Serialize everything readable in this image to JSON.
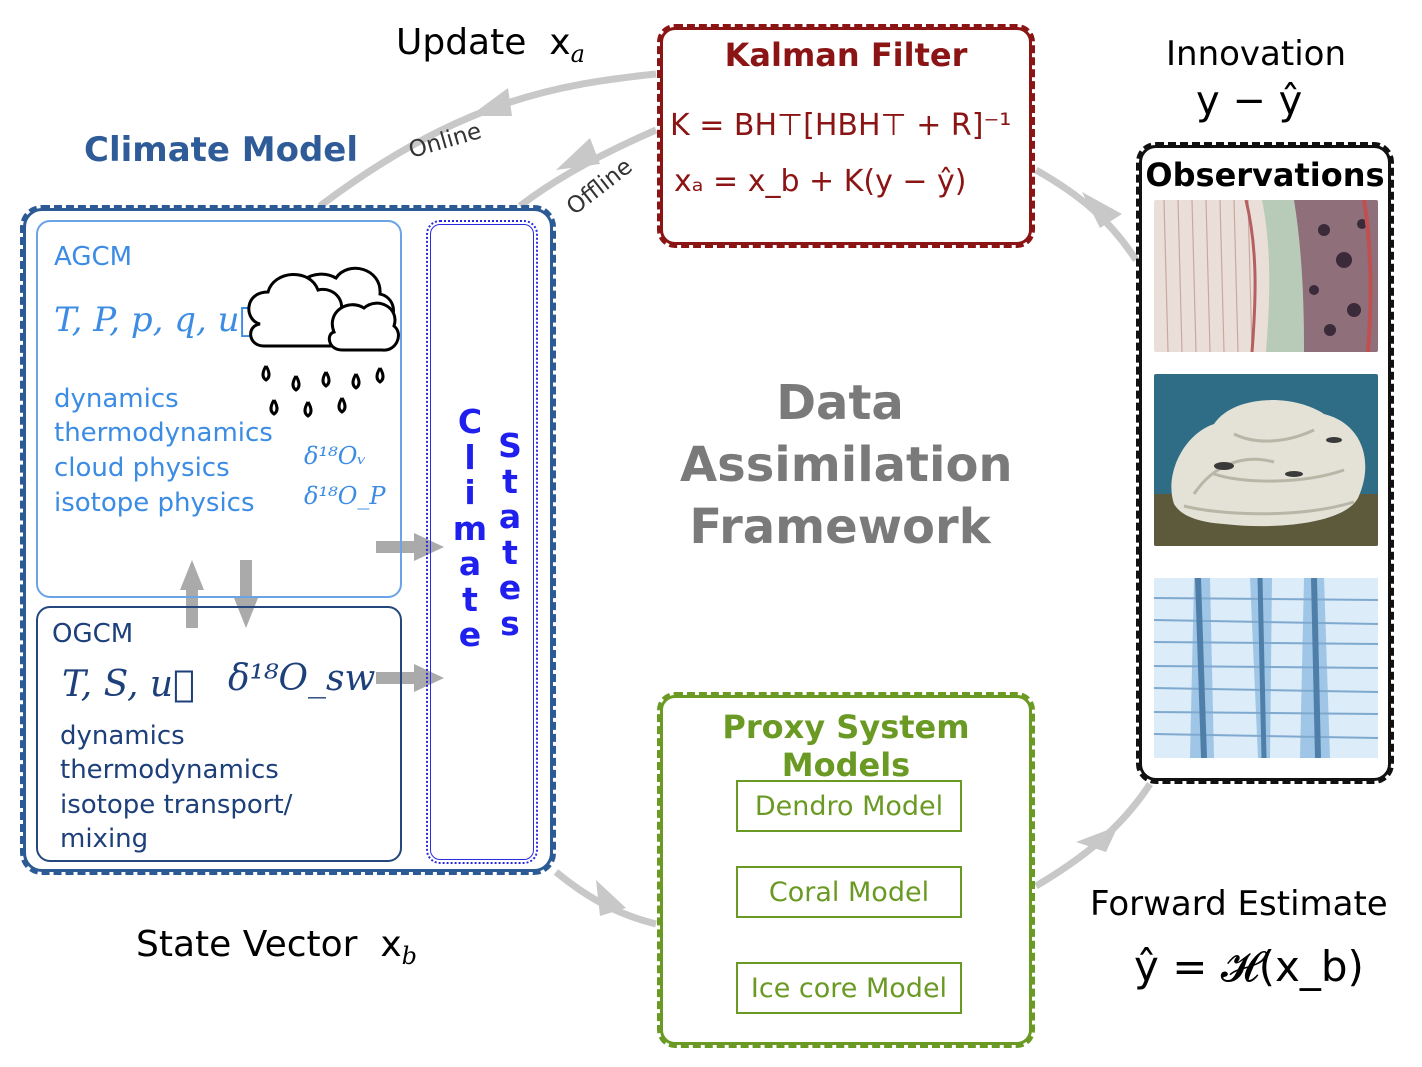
{
  "climate_model": {
    "title": "Climate Model",
    "agcm": {
      "title": "AGCM",
      "variables": "T, P, p, q, u⃗",
      "processes": [
        "dynamics",
        "thermodynamics",
        "cloud physics",
        "isotope physics"
      ],
      "isotope_vapor": "δ¹⁸Oᵥ",
      "isotope_precip": "δ¹⁸O_P"
    },
    "ogcm": {
      "title": "OGCM",
      "variables": "T, S, u⃗",
      "isotope": "δ¹⁸O_sw",
      "processes": [
        "dynamics",
        "thermodynamics",
        "isotope transport/",
        "mixing"
      ]
    },
    "climate_letters": [
      "C",
      "l",
      "i",
      "m",
      "a",
      "t",
      "e"
    ],
    "states_letters": [
      "S",
      "t",
      "a",
      "t",
      "e",
      "s"
    ]
  },
  "update": {
    "label": "Update",
    "symbol": "x",
    "sub": "a"
  },
  "online_label": "Online",
  "offline_label": "Offline",
  "kalman": {
    "title": "Kalman Filter",
    "eq_gain": "K = BH⊤[HBH⊤ + R]⁻¹",
    "eq_update": "xₐ = x_b + K(y − ŷ)"
  },
  "framework": [
    "Data",
    "Assimilation",
    "Framework"
  ],
  "innovation": {
    "label": "Innovation",
    "eq": "y − ŷ"
  },
  "observations": {
    "title": "Observations",
    "images": [
      "tree-ring-icon",
      "coral-icon",
      "ice-core-icon"
    ]
  },
  "psm": {
    "title": "Proxy System Models",
    "items": [
      "Dendro Model",
      "Coral Model",
      "Ice core Model"
    ]
  },
  "state_vector": {
    "label": "State Vector",
    "symbol": "x",
    "sub": "b"
  },
  "forward": {
    "label": "Forward Estimate",
    "eq": "ŷ = 𝓗(x_b)"
  },
  "colors": {
    "climate": "#2c5a95",
    "agcm": "#3c8ce4",
    "ogcm": "#1d3f7a",
    "states": "#2020ee",
    "kalman": "#8b1414",
    "psm": "#6a9a24",
    "arrow": "#c8c8c8"
  }
}
